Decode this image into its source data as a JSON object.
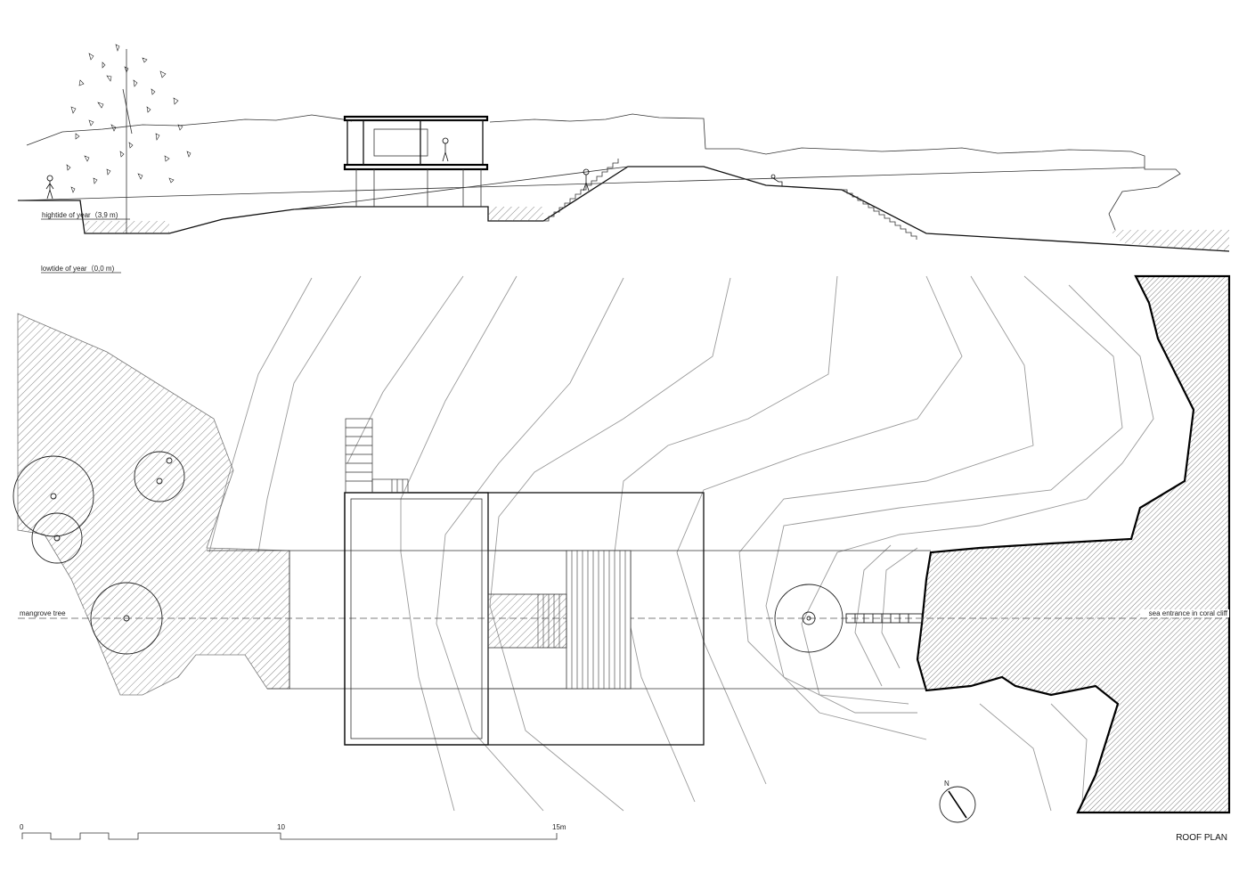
{
  "section": {
    "hightide_label": "hightide of year（3,9 m)",
    "lowtide_label": "lowtide of year（0,0 m)"
  },
  "plan": {
    "left_label": "mangrove tree",
    "right_label": "sea entrance in coral cliff",
    "north_label": "N"
  },
  "scale_bar": {
    "tick_0": "0",
    "tick_10": "10",
    "tick_15": "15m"
  },
  "sheet_title": "ROOF PLAN",
  "colors": {
    "line": "#000000",
    "contour": "#9a9a9a",
    "hatch": "#555555",
    "paper": "#ffffff"
  }
}
